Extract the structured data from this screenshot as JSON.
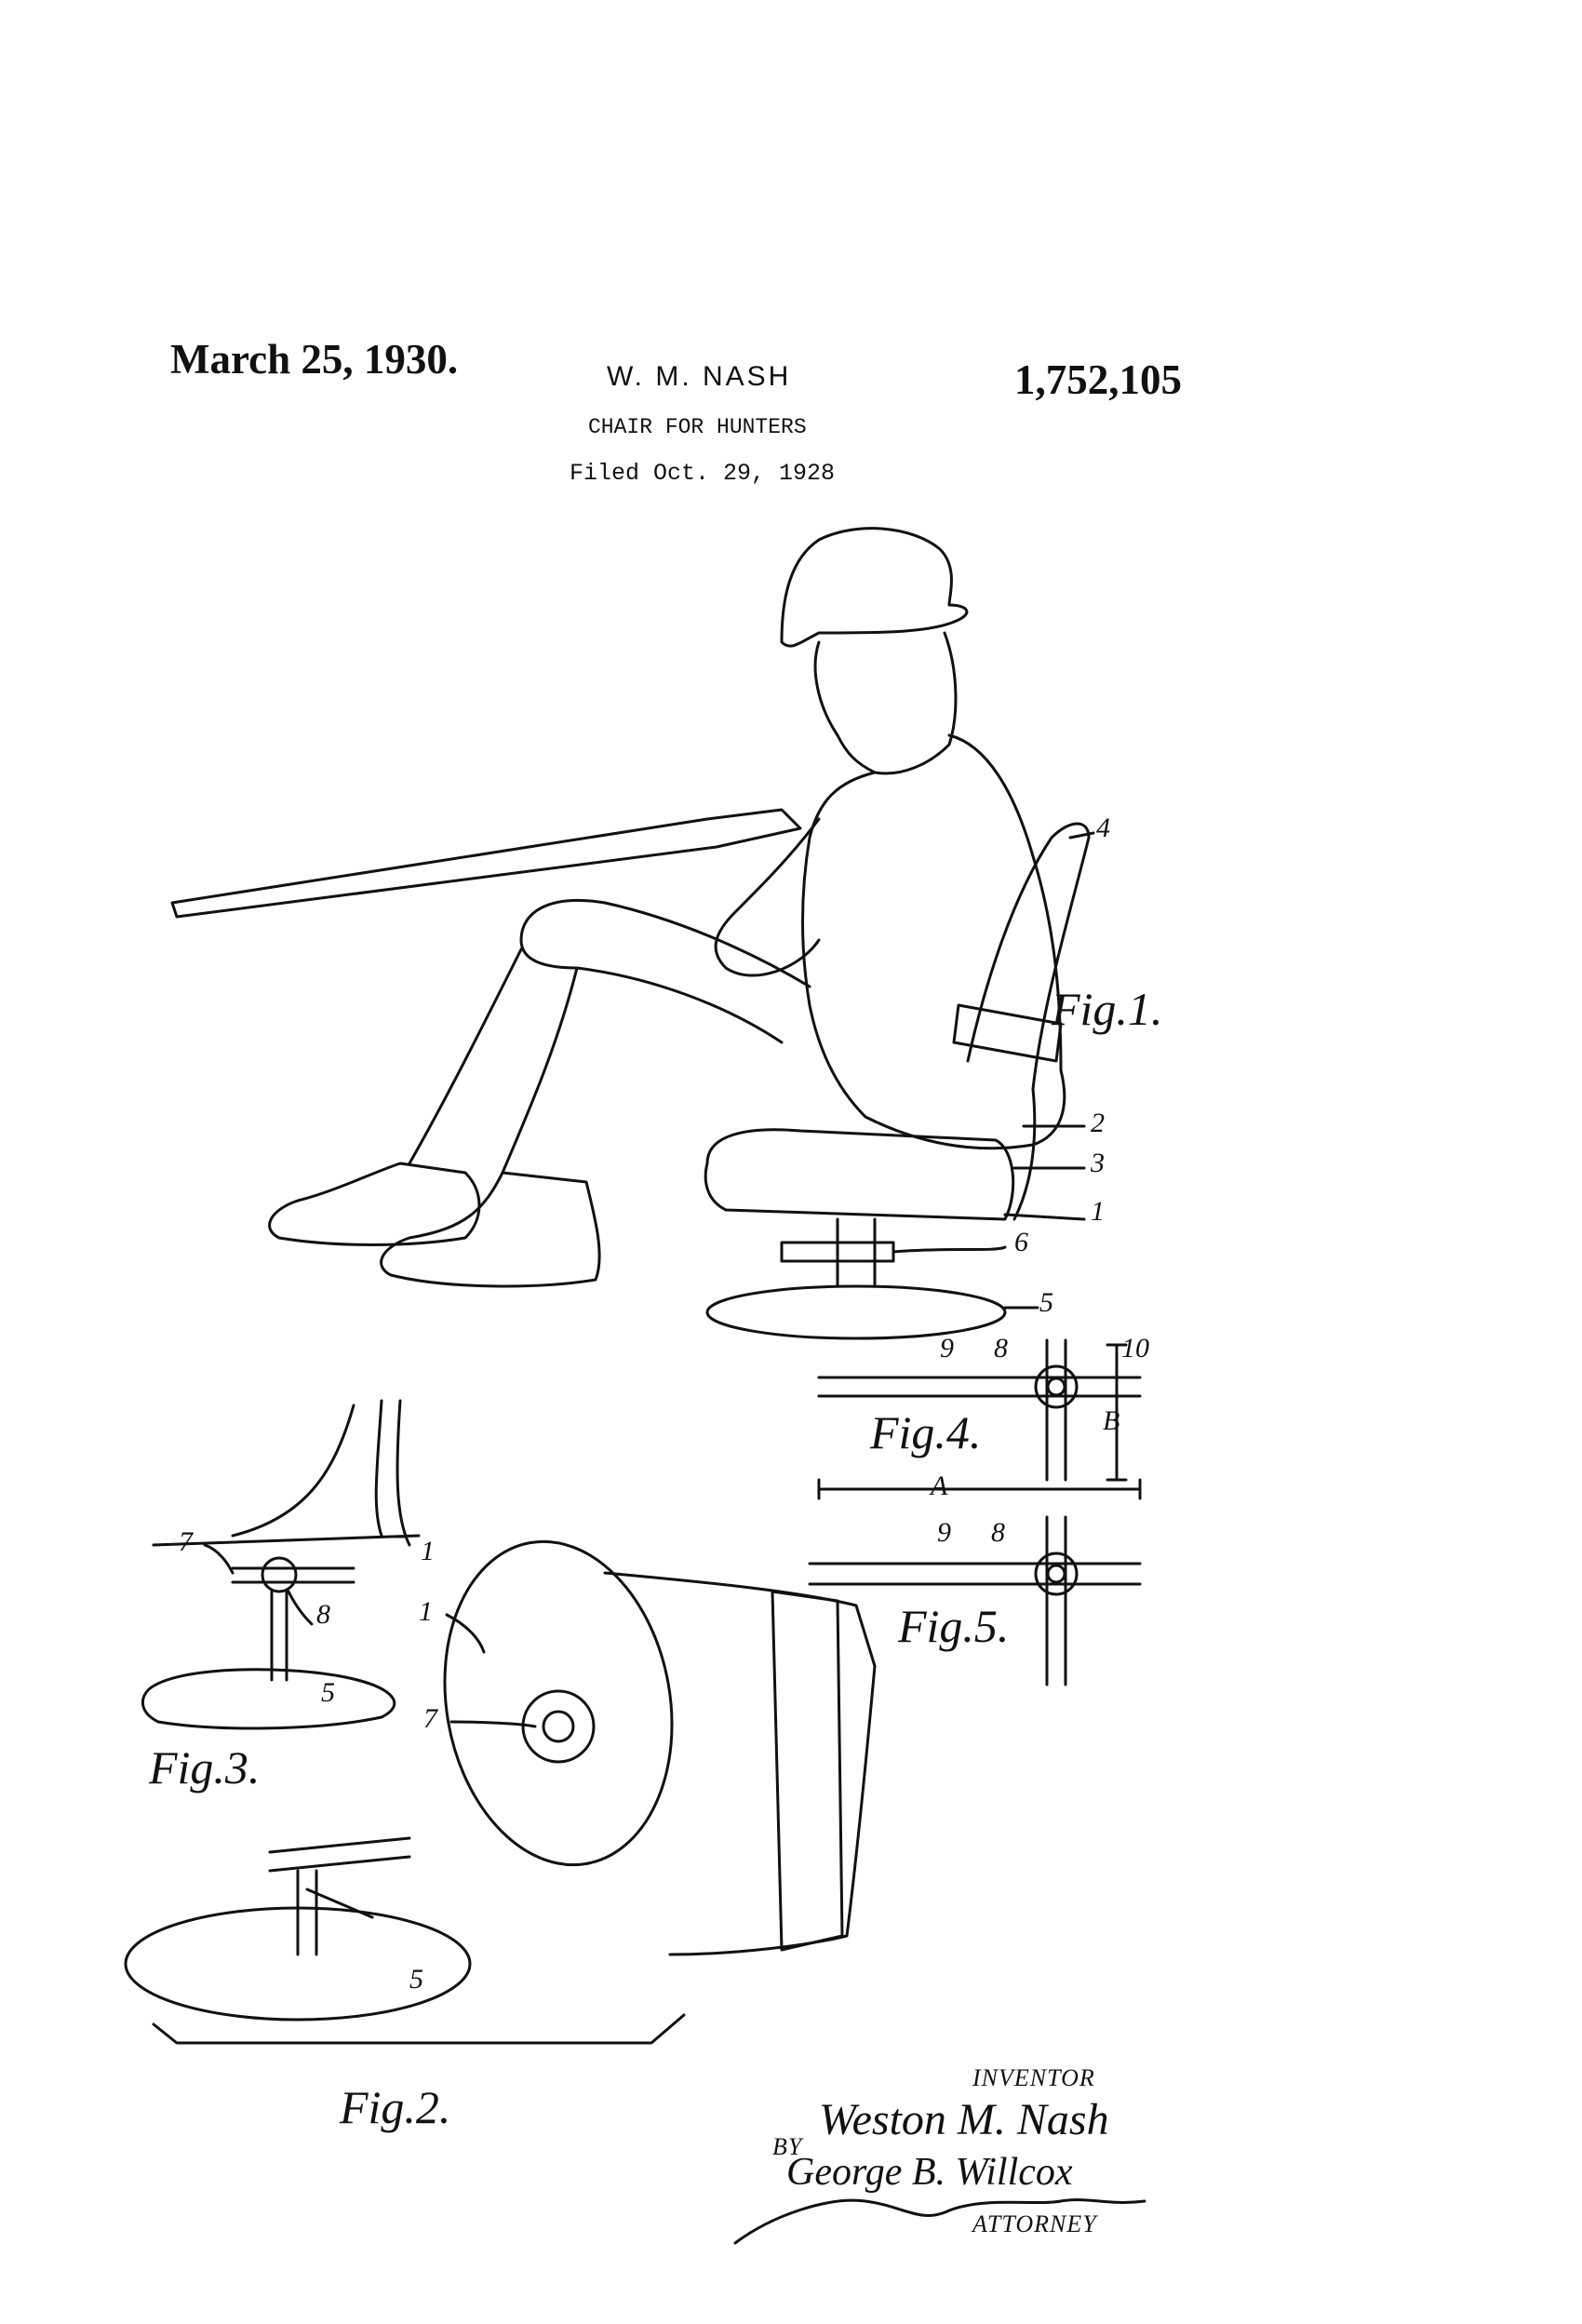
{
  "header": {
    "date": "March 25, 1930.",
    "inventor": "W. M. NASH",
    "patent_number": "1,752,105",
    "title": "CHAIR FOR HUNTERS",
    "filed": "Filed Oct. 29, 1928"
  },
  "figures": {
    "fig1": "Fig.1.",
    "fig2": "Fig.2.",
    "fig3": "Fig.3.",
    "fig4": "Fig.4.",
    "fig5": "Fig.5."
  },
  "reference_numerals": {
    "fig1": [
      "4",
      "2",
      "3",
      "1",
      "6",
      "5"
    ],
    "fig2": [
      "1",
      "7",
      "5"
    ],
    "fig3": [
      "7",
      "1",
      "8",
      "5"
    ],
    "fig4": [
      "9",
      "8",
      "10",
      "B",
      "A"
    ],
    "fig5": [
      "9",
      "8"
    ]
  },
  "signature": {
    "inventor_label": "INVENTOR",
    "inventor_name": "Weston M. Nash",
    "by": "BY",
    "attorney_name": "George B. Willcox",
    "attorney_label": "ATTORNEY"
  }
}
